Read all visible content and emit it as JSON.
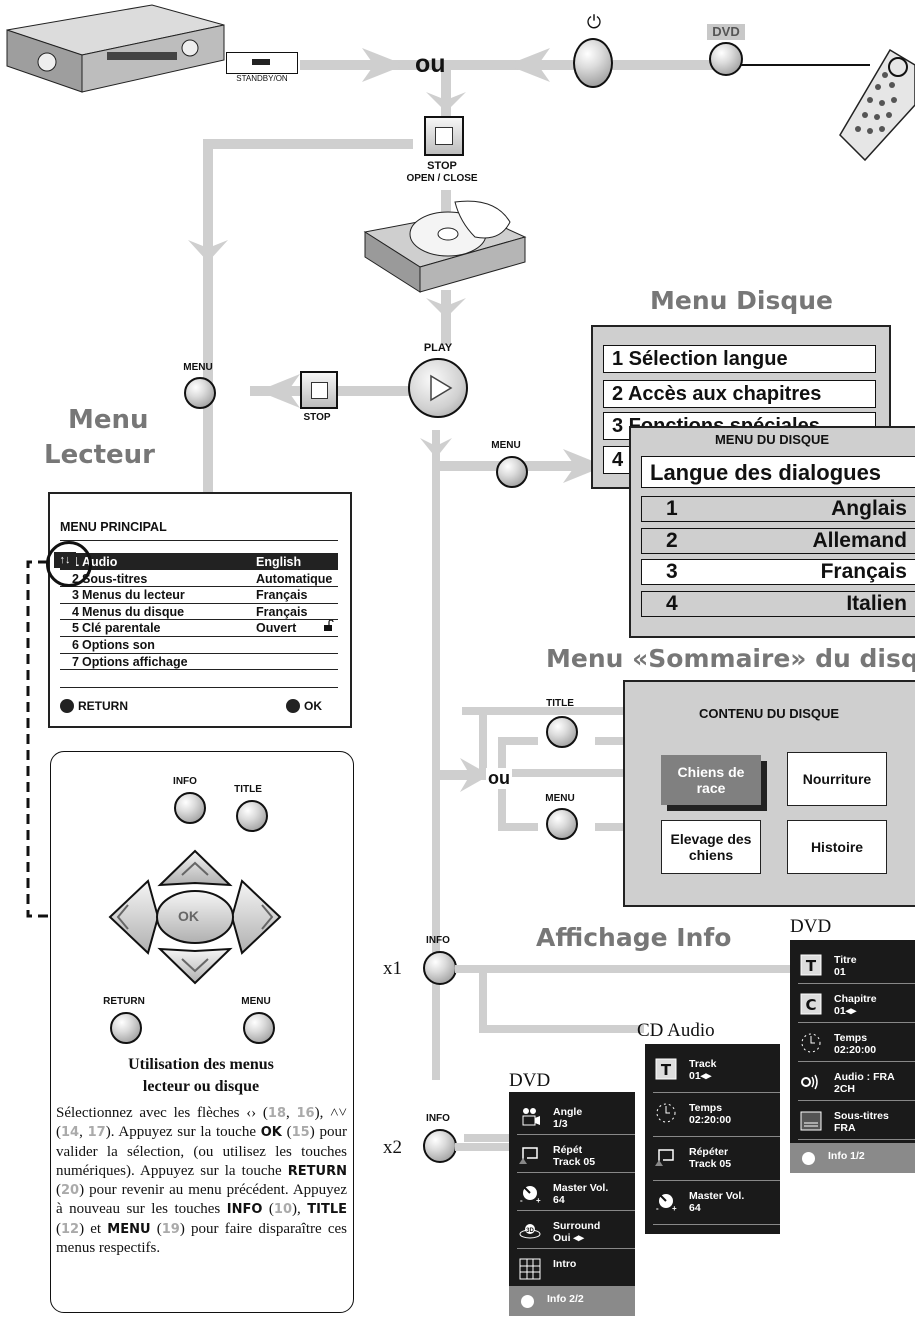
{
  "top": {
    "standby_label": "STANDBY/ON",
    "ou_top": "ou",
    "dvd_badge": "DVD",
    "power_symbol": "⏻"
  },
  "buttons": {
    "stop_open_close_1": "STOP",
    "stop_open_close_2": "OPEN / CLOSE",
    "play": "PLAY",
    "stop": "STOP",
    "menu_left": "MENU",
    "menu_mid": "MENU",
    "title_mid": "TITLE",
    "menu_mid2": "MENU",
    "ou_mid": "ou",
    "info1": "INFO",
    "info2": "INFO",
    "x1": "x1",
    "x2": "x2"
  },
  "headings": {
    "menu_lecteur_1": "Menu",
    "menu_lecteur_2": "Lecteur",
    "menu_disque": "Menu Disque",
    "menu_sommaire": "Menu «Sommaire» du disq",
    "affichage_info": "Affichage Info"
  },
  "menu_disque": {
    "rows": [
      "1  Sélection langue",
      "2  Accès aux chapitres",
      "3  Fonctions spéciales",
      "4"
    ],
    "panel_title": "MENU DU DISQUE",
    "panel_header": "Langue des dialogues",
    "options": [
      {
        "num": "1",
        "lang": "Anglais"
      },
      {
        "num": "2",
        "lang": "Allemand"
      },
      {
        "num": "3",
        "lang": "Français"
      },
      {
        "num": "4",
        "lang": "Italien"
      }
    ]
  },
  "main_menu": {
    "title": "MENU PRINCIPAL",
    "rows": [
      {
        "num": "1",
        "label": "Audio",
        "value": "English"
      },
      {
        "num": "2",
        "label": "Sous-titres",
        "value": "Automatique"
      },
      {
        "num": "3",
        "label": "Menus du lecteur",
        "value": "Français"
      },
      {
        "num": "4",
        "label": "Menus du disque",
        "value": "Français"
      },
      {
        "num": "5",
        "label": "Clé parentale",
        "value": "Ouvert"
      },
      {
        "num": "6",
        "label": "Options son",
        "value": ""
      },
      {
        "num": "7",
        "label": "Options affichage",
        "value": ""
      }
    ],
    "return_label": "RETURN",
    "ok_label": "OK"
  },
  "sommaire": {
    "title": "CONTENU DU DISQUE",
    "cards": [
      "Chiens de race",
      "Nourriture",
      "Elevage des chiens",
      "Histoire"
    ]
  },
  "remote_box": {
    "info": "INFO",
    "title": "TITLE",
    "ok": "OK",
    "return": "RETURN",
    "menu": "MENU",
    "caption_1": "Utilisation des menus",
    "caption_2": "lecteur ou disque",
    "body_parts": [
      "Sélectionnez avec les flèches ‹› (",
      "18",
      ", ",
      "16",
      "), ˄˅ (",
      "14",
      ", ",
      "17",
      "). Appuyez sur la touche ",
      "OK",
      " (",
      "15",
      ") pour valider la sélection, (ou utilisez les touches numériques). Appuyez sur la touche ",
      "RETURN",
      " (",
      "20",
      ") pour revenir au menu précédent. Appuyez à nouveau sur les touches ",
      "INFO",
      " (",
      "10",
      "), ",
      "TITLE",
      " (",
      "12",
      ") et ",
      "MENU",
      " (",
      "19",
      ") pour faire disparaître ces menus respectifs."
    ]
  },
  "info_panels": {
    "dvd1": {
      "label": "DVD",
      "items": [
        {
          "l1": "Titre",
          "l2": "01",
          "icon": "title-t-icon"
        },
        {
          "l1": "Chapitre",
          "l2": "01◂▸",
          "icon": "chapter-c-icon"
        },
        {
          "l1": "Temps",
          "l2": "02:20:00",
          "icon": "clock-icon"
        },
        {
          "l1": "Audio : FRA",
          "l2": "2CH",
          "icon": "audio-icon"
        },
        {
          "l1": "Sous-titres",
          "l2": "FRA",
          "icon": "subtitle-icon"
        }
      ],
      "footer": "Info 1/2"
    },
    "cd": {
      "label": "CD Audio",
      "items": [
        {
          "l1": "Track",
          "l2": "01◂▸",
          "icon": "track-t-icon"
        },
        {
          "l1": "Temps",
          "l2": "02:20:00",
          "icon": "clock-icon"
        },
        {
          "l1": "Répéter",
          "l2": "Track 05",
          "icon": "repeat-icon"
        },
        {
          "l1": "Master Vol.",
          "l2": "64",
          "icon": "volume-icon"
        }
      ]
    },
    "dvd2": {
      "label": "DVD",
      "items": [
        {
          "l1": "Angle",
          "l2": "1/3",
          "icon": "camera-icon"
        },
        {
          "l1": "Répét",
          "l2": "Track 05",
          "icon": "repeat-icon"
        },
        {
          "l1": "Master Vol.",
          "l2": "64",
          "icon": "volume-icon"
        },
        {
          "l1": "Surround",
          "l2": "Oui ◂▸",
          "icon": "surround-3d-icon"
        },
        {
          "l1": "Intro",
          "l2": "",
          "icon": "intro-grid-icon"
        }
      ],
      "footer": "Info 2/2"
    }
  },
  "colors": {
    "flow_gray": "#cfcfcf",
    "heading_gray": "#777777",
    "panel_dark": "#1a1a1a",
    "footer_gray": "#8a8a8a"
  }
}
